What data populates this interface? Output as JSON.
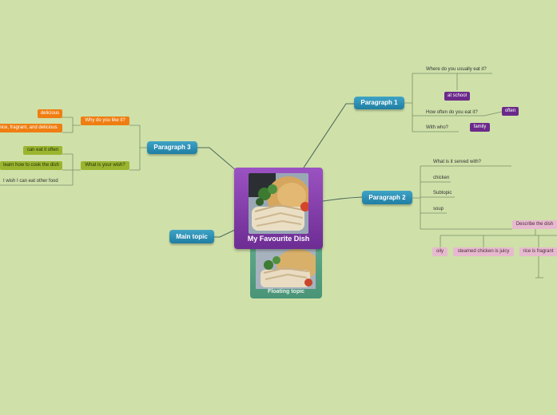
{
  "central": {
    "title": "My Favourite Dish",
    "image": "chicken-rice-photo"
  },
  "floating": {
    "title": "Floating topic",
    "image": "chicken-rice-photo"
  },
  "main_topic": {
    "label": "Main topic"
  },
  "paragraph1": {
    "label": "Paragraph 1",
    "q_where": "Where do you usually eat it?",
    "at_school": "at school",
    "q_often": "How often do you eat it?",
    "often": "often",
    "q_with": "With who?",
    "family": "family"
  },
  "paragraph2": {
    "label": "Paragraph 2",
    "served": "What is it served with?",
    "chicken": "chicken",
    "subtopic": "Subtopic",
    "soup": "soup",
    "describe": "Describe the dish",
    "oily": "oily",
    "juicy": "steamed chicken is juicy",
    "fragrant": "rice is fragrant"
  },
  "paragraph3": {
    "label": "Paragraph 3",
    "why": "Why do you like it?",
    "delicious": "delicious",
    "nice": "nice, fragrant, and delicious",
    "wish": "What is your wish?",
    "eat_often": "can eat it often",
    "learn": "learn how to cook the dish",
    "other_food": "I wish I can eat other food"
  },
  "colors": {
    "background": "#cfe0a9",
    "topic": "#2389b0",
    "central": "#7a3aa0",
    "orange": "#ef7e12",
    "olive": "#9bb52f",
    "purple": "#6b2a8a",
    "pink": "#e7b9cf",
    "line": "#4f6b5a"
  }
}
